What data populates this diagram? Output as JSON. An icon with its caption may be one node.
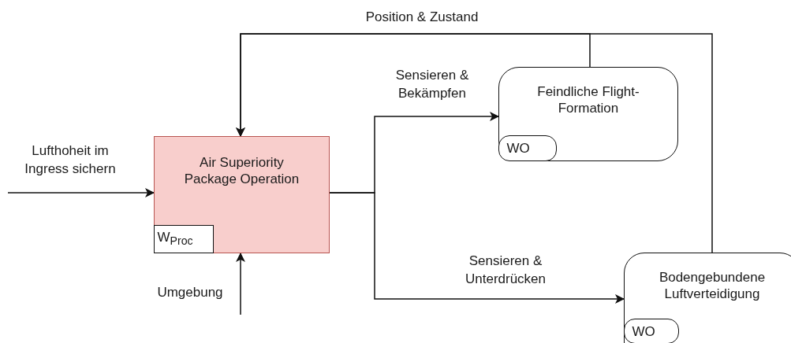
{
  "diagram": {
    "nodes": [
      {
        "text": [
          "Air Superiority Package Operation"
        ]
      },
      {
        "text": [
          "W$_{Proc}$"
        ],
        "in": 0
      },
      {
        "text": [
          "Feindliche Flight-Formation"
        ]
      },
      {
        "text": [
          "WO"
        ],
        "in": 2
      },
      {
        "text": [
          "Bodengebundene Luftverteidigung"
        ]
      },
      {
        "text": [
          "WO"
        ],
        "in": 4
      }
    ],
    "edges": [
      {
        "from": null,
        "to": 0,
        "arrow": "to",
        "label": "Lufthoheit im Ingress sichern"
      },
      {
        "from": null,
        "to": 0,
        "arrow": "to",
        "label": "Umgebung"
      },
      {
        "from": 0,
        "to": 2,
        "arrow": "to",
        "label": "Sensieren & Bekämpfen"
      },
      {
        "from": 0,
        "to": 4,
        "arrow": "to",
        "label": "Sensieren & Unterdrücken"
      },
      {
        "from": 2,
        "to": 0,
        "arrow": "to",
        "label": "Position & Zustand"
      },
      {
        "from": 4,
        "to": 0,
        "arrow": "to"
      }
    ]
  }
}
